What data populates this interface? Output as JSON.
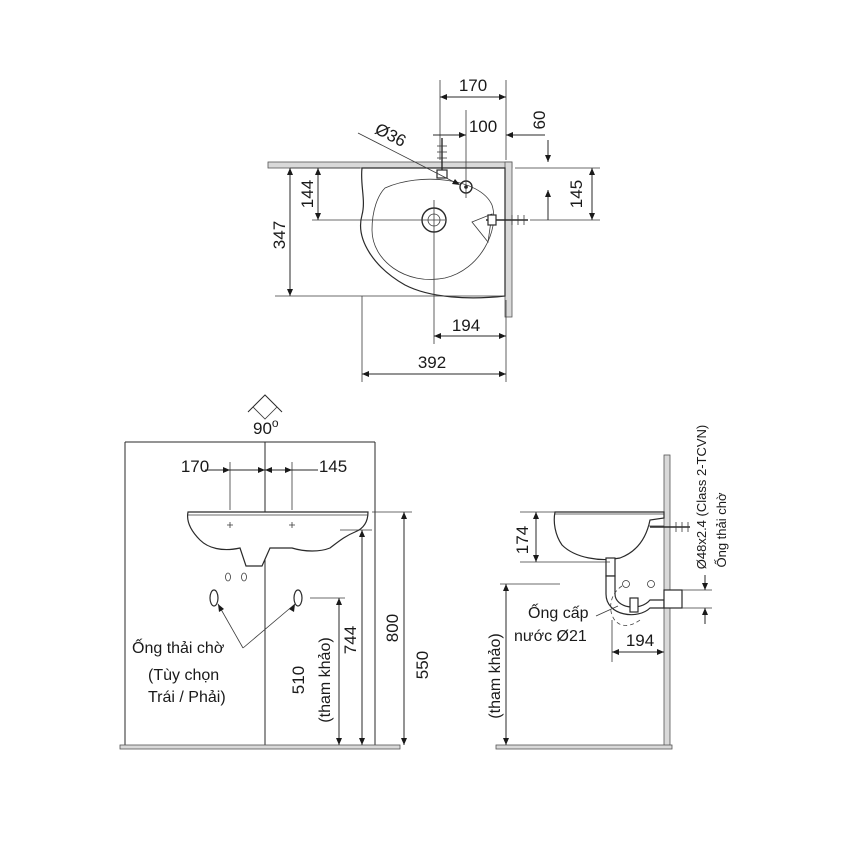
{
  "top_view": {
    "dims": {
      "d170": "170",
      "d100": "100",
      "d60": "60",
      "diam36": "Ø36",
      "d144": "144",
      "d145": "145",
      "d347": "347",
      "d194": "194",
      "d392": "392"
    }
  },
  "front_view": {
    "angle": "90",
    "angle_unit": "o",
    "dims": {
      "d170": "170",
      "d145": "145",
      "d510": "510",
      "d744": "744",
      "d800": "800",
      "d550": "550"
    },
    "ref_note": "(tham khảo)",
    "drain_label": "Ống thải chờ",
    "drain_option_line1": "(Tùy chọn",
    "drain_option_line2": "Trái / Phải)"
  },
  "side_view": {
    "dims": {
      "d174": "174",
      "d194": "194"
    },
    "ref_note": "(tham khảo)",
    "supply_label_line1": "Ống cấp",
    "supply_label_line2": "nước Ø21",
    "pipe_spec": "Ø48x2.4 (Class 2-TCVN)",
    "pipe_label": "Ống thải chờ"
  }
}
